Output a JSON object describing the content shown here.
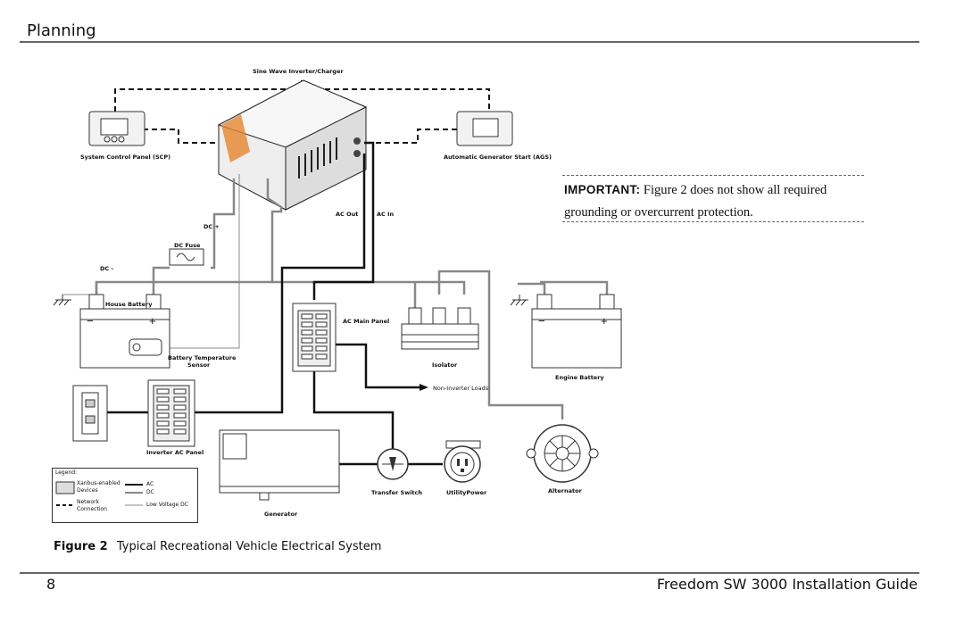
{
  "header": {
    "section": "Planning"
  },
  "diagram": {
    "inverter": "Sine Wave Inverter/Charger",
    "scp": "System Control Panel (SCP)",
    "ags": "Automatic Generator Start (AGS)",
    "dc_plus": "DC +",
    "dc_minus": "DC -",
    "dc_fuse": "DC Fuse",
    "ac_out": "AC Out",
    "ac_in": "AC In",
    "house_battery": "House Battery",
    "battery_temp_sensor_1": "Battery Temperature",
    "battery_temp_sensor_2": "Sensor",
    "ac_main_panel": "AC Main Panel",
    "isolator": "Isolator",
    "non_inverter_loads": "Non-Inverter Loads",
    "engine_battery": "Engine Battery",
    "inverter_ac_panel": "Inverter AC Panel",
    "generator": "Generator",
    "transfer_switch": "Transfer Switch",
    "utility_power": "UtilityPower",
    "alternator": "Alternator",
    "plus": "+",
    "minus": "−",
    "legend": {
      "title": "Legend:",
      "xanbus_1": "Xanbus-enabled",
      "xanbus_2": "Devices",
      "network_1": "Network",
      "network_2": "Connection",
      "ac": "AC",
      "dc": "DC",
      "low_voltage_dc": "Low Voltage DC"
    }
  },
  "important": {
    "label": "IMPORTANT:",
    "text": "Figure 2 does not show all required grounding or overcurrent protection."
  },
  "caption": {
    "number": "Figure 2",
    "title": "Typical Recreational Vehicle Electrical System"
  },
  "footer": {
    "page_number": "8",
    "doc_title": "Freedom SW 3000 Installation Guide"
  }
}
